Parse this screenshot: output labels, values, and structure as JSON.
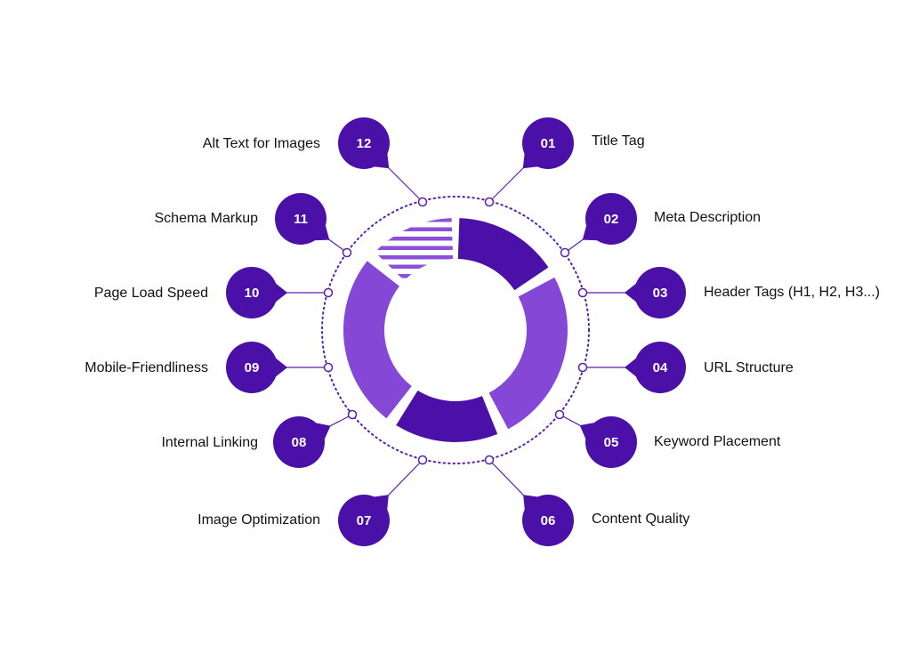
{
  "colors": {
    "primary": "#4b10a8",
    "secondary": "#8547d6",
    "stripe": "#8b4fd9",
    "ring": "#5a1fb2"
  },
  "items": [
    {
      "num": "01",
      "label": "Title Tag"
    },
    {
      "num": "02",
      "label": "Meta Description"
    },
    {
      "num": "03",
      "label": "Header Tags (H1, H2, H3...)"
    },
    {
      "num": "04",
      "label": "URL Structure"
    },
    {
      "num": "05",
      "label": "Keyword Placement"
    },
    {
      "num": "06",
      "label": "Content Quality"
    },
    {
      "num": "07",
      "label": "Image Optimization"
    },
    {
      "num": "08",
      "label": "Internal Linking"
    },
    {
      "num": "09",
      "label": "Mobile-Friendliness"
    },
    {
      "num": "10",
      "label": "Page Load Speed"
    },
    {
      "num": "11",
      "label": "Schema Markup"
    },
    {
      "num": "12",
      "label": "Alt Text for Images"
    }
  ]
}
